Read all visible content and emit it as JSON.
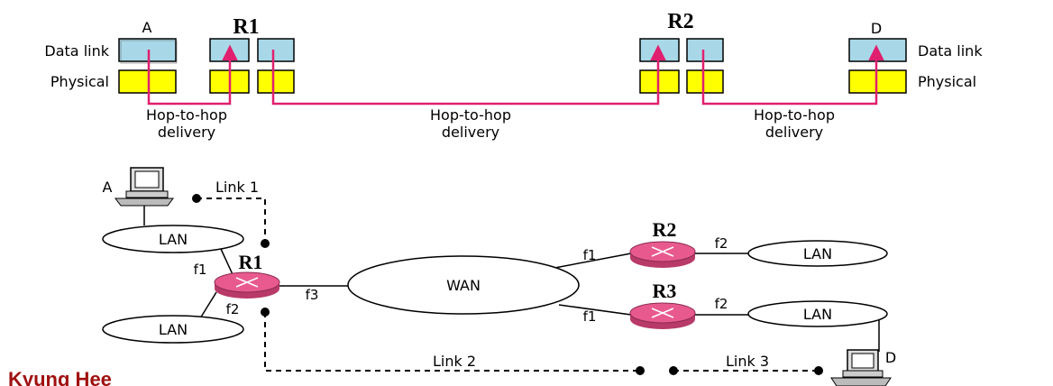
{
  "top_diagram": {
    "node_a": "A",
    "node_d": "D",
    "router_r1": "R1",
    "router_r2": "R2",
    "layer_data_link_left": "Data link",
    "layer_physical_left": "Physical",
    "layer_data_link_right": "Data link",
    "layer_physical_right": "Physical",
    "hop1_line1": "Hop-to-hop",
    "hop1_line2": "delivery",
    "hop2_line1": "Hop-to-hop",
    "hop2_line2": "delivery",
    "hop3_line1": "Hop-to-hop",
    "hop3_line2": "delivery"
  },
  "bottom_diagram": {
    "host_a": "A",
    "host_d": "D",
    "link1": "Link 1",
    "link2": "Link 2",
    "link3": "Link 3",
    "lan_top_left": "LAN",
    "lan_bottom_left": "LAN",
    "lan_r2": "LAN",
    "lan_r3": "LAN",
    "wan": "WAN",
    "router_r1": "R1",
    "router_r2": "R2",
    "router_r3": "R3",
    "r1_f1": "f1",
    "r1_f2": "f2",
    "r1_f3": "f3",
    "r2_f1": "f1",
    "r2_f2": "f2",
    "r3_f1": "f1",
    "r3_f2": "f2"
  },
  "footer": {
    "text": "Kyung Hee"
  },
  "colors": {
    "data_link_box": "#a8d8e8",
    "physical_box": "#ffff00",
    "delivery_path": "#e0206e",
    "router_fill": "#e85a8e"
  }
}
